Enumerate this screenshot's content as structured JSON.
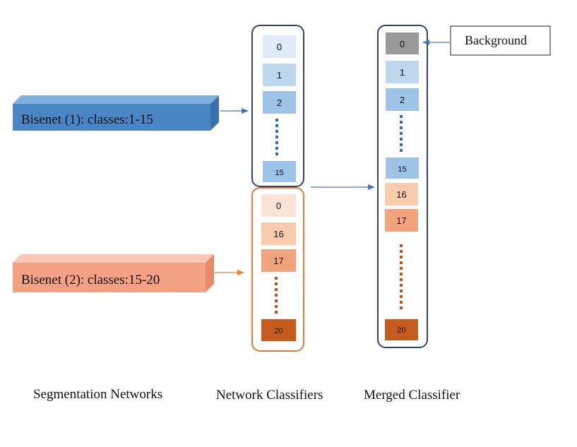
{
  "networks": {
    "net1_label": "Bisenet (1): classes:1-15",
    "net2_label": "Bisenet (2): classes:15-20"
  },
  "network_classifiers": {
    "top_cells": [
      "0",
      "1",
      "2",
      "15"
    ],
    "bottom_cells": [
      "0",
      "16",
      "17",
      "20"
    ]
  },
  "merged_classifier": {
    "cells": [
      "0",
      "1",
      "2",
      "15",
      "16",
      "17",
      "20"
    ]
  },
  "background_label": "Background",
  "captions": {
    "segmentation": "Segmentation Networks",
    "network_classifiers": "Network Classifiers",
    "merged": "Merged Classifier"
  },
  "colors": {
    "blue_box": "#4a86c5",
    "blue_box_light": "#7fb0e0",
    "orange_box": "#f4a083",
    "orange_box_light": "#f9c7b2",
    "frame_blue": "#2e4178",
    "frame_orange": "#e07a3b",
    "arrow_blue": "#4472c4",
    "arrow_orange": "#ed7d31",
    "cell_gray": "#9a9a9a",
    "dots_blue": "#2e6db4",
    "dots_orange": "#c0531c"
  }
}
